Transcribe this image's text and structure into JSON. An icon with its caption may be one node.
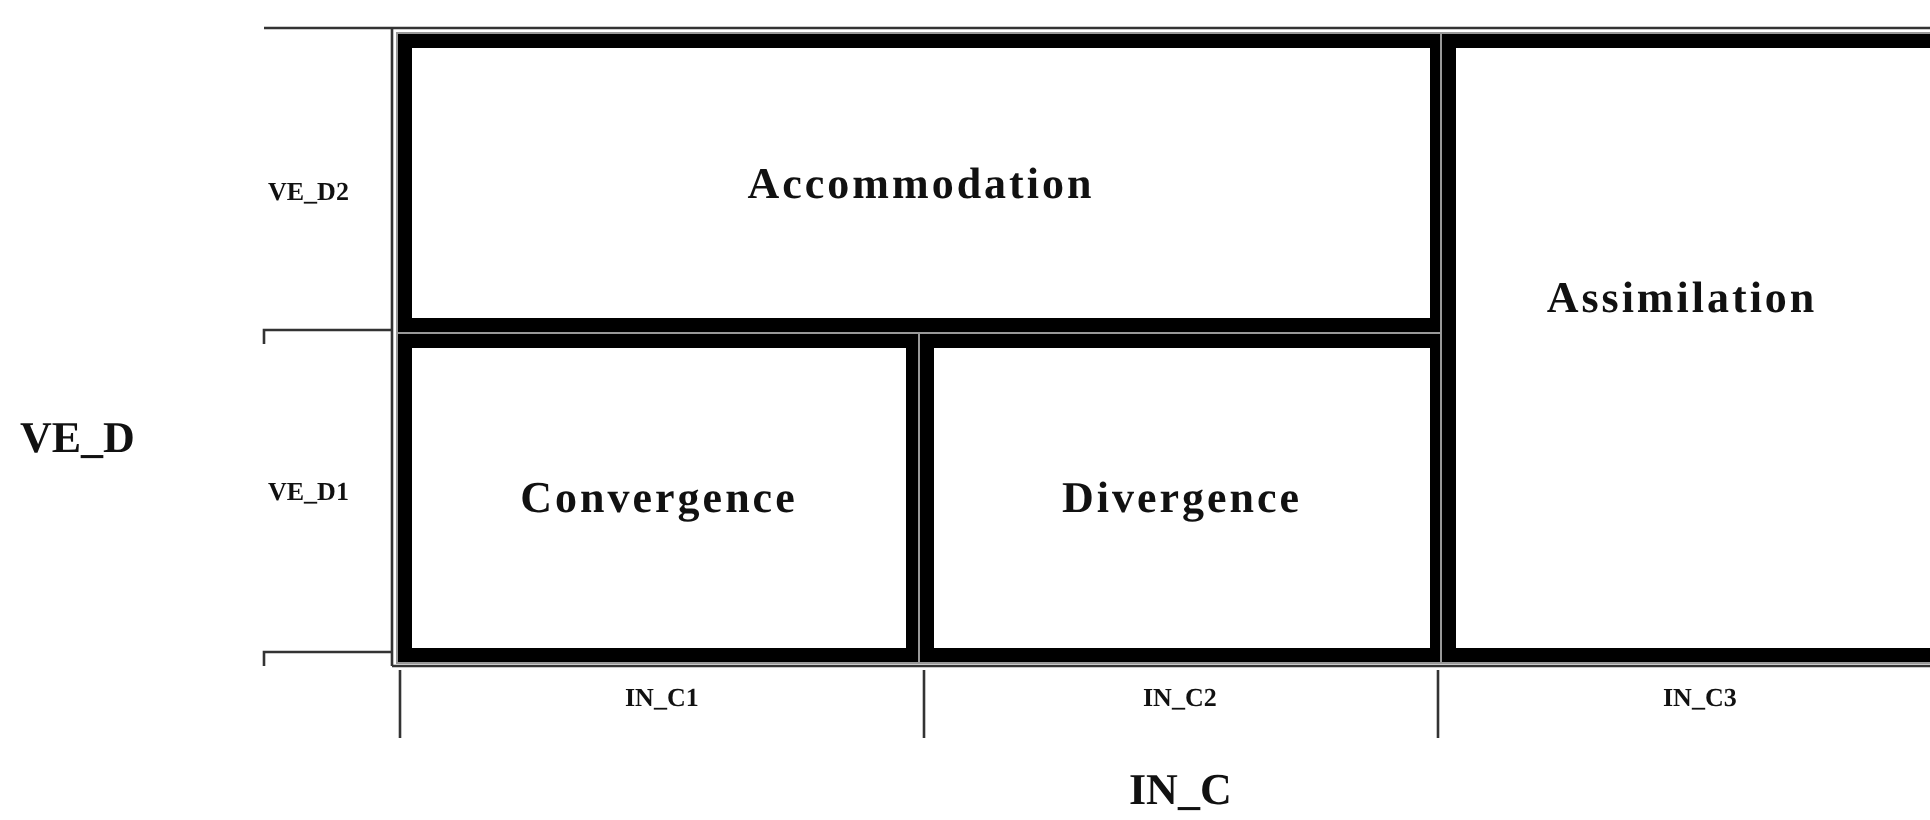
{
  "diagram": {
    "nodes": [
      {
        "text": [
          "Accommodation"
        ]
      },
      {
        "text": [
          "Convergence"
        ]
      },
      {
        "text": [
          "Divergence"
        ]
      },
      {
        "text": [
          "Assimilation"
        ]
      }
    ],
    "edges": [],
    "labels": [
      "VE_D2",
      "VE_D",
      "VE_D1",
      "IN_C1",
      "IN_C2",
      "IN_C3",
      "IN_C"
    ]
  }
}
